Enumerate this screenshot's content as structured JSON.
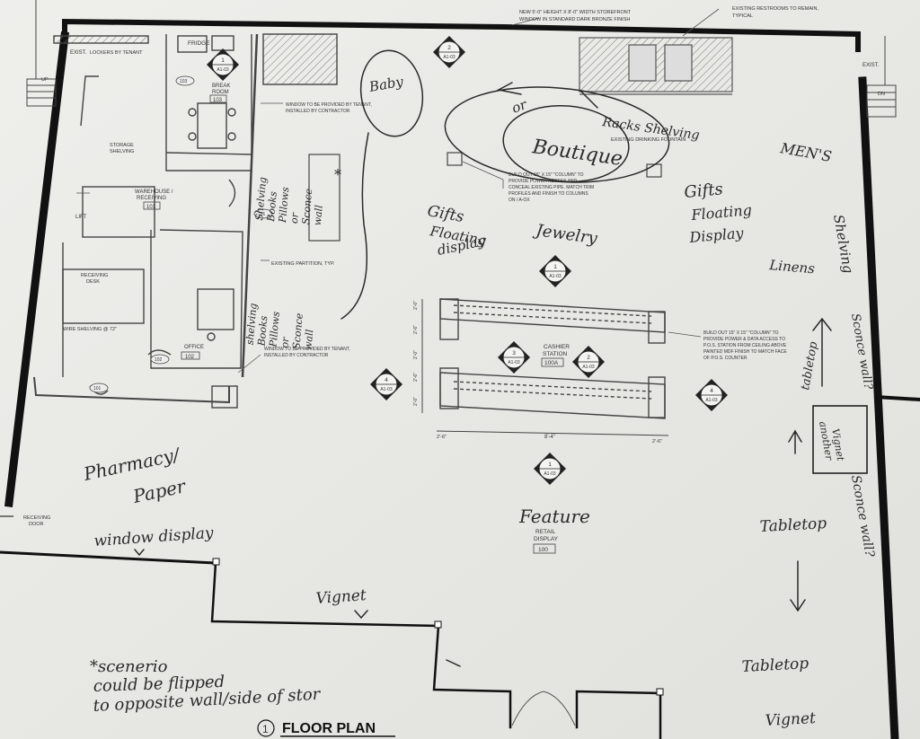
{
  "title": {
    "number": "1",
    "text": "FLOOR PLAN"
  },
  "rooms": {
    "fridge": "FRIDGE",
    "break_room": [
      "BREAK",
      "ROOM",
      "103"
    ],
    "warehouse": [
      "WAREHOUSE /",
      "RECEIVING",
      "101"
    ],
    "office": [
      "OFFICE",
      "102"
    ],
    "cashier": [
      "CASHIER",
      "STATION",
      "100A"
    ],
    "retail": [
      "RETAIL",
      "DISPLAY",
      "100"
    ]
  },
  "labels": {
    "exist_left": "EXIST.",
    "exist_right": "EXIST.",
    "lockers": "LOCKERS BY TENANT",
    "storage": [
      "STORAGE",
      "SHELVING"
    ],
    "lift": "LIFT",
    "receiving_desk": [
      "RECEIVING",
      "DESK"
    ],
    "wire_shelving": "WIRE SHELVING @ 72\"",
    "receiving_door": [
      "RECEIVING",
      "DOOR"
    ],
    "existing_partition": "EXISTING PARTITION, TYP.",
    "window_top": [
      "WINDOW TO BE PROVIDED BY TENANT,",
      "INSTALLED BY CONTRACTOR"
    ],
    "window_mid": [
      "WINDOW TO BE PROVIDED BY TENANT,",
      "INSTALLED BY CONTRACTOR"
    ],
    "storefront": [
      "NEW 5'-0\" HEIGHT X 8'-0\" WIDTH STOREFRONT",
      "WINDOW IN STANDARD DARK BRONZE FINISH"
    ],
    "restrooms": [
      "EXISTING RESTROOMS TO REMAIN,",
      "TYPICAL"
    ],
    "fountain": "EXISTING DRINKING FOUNTAIN",
    "column_note_a": [
      "BUILD OUT 15\" X 15\" \"COLUMN\" TO",
      "PROVIDE POWER ACCESS AND",
      "CONCEAL EXISTING PIPE. MATCH TRIM",
      "PROFILES AND FINISH TO COLUMNS",
      "ON / A-OX"
    ],
    "column_note_b": [
      "BUILD OUT 15\" X 15\" \"COLUMN\" TO",
      "PROVIDE POWER & DATA ACCESS TO",
      "P.O.S. STATION FROM CEILING ABOVE",
      "PAINTED MDF FINISH TO MATCH FACE",
      "OF P.O.S. COUNTER"
    ],
    "dim_top": "8'-4\"",
    "dim_a": "2'-6\"",
    "dim_b": "2'-6\"",
    "dim_side": [
      "2'-0\"",
      "2'-6\"",
      "2'-0\"",
      "2'-6\"",
      "2'-0\""
    ],
    "up": "UP",
    "dn": "DN"
  },
  "section_marks": [
    {
      "num": "2",
      "sheet": "A1-03"
    },
    {
      "num": "1",
      "sheet": "A1-03"
    },
    {
      "num": "3",
      "sheet": "A1-03"
    },
    {
      "num": "2",
      "sheet": "A1-03"
    },
    {
      "num": "4",
      "sheet": "A1-03"
    },
    {
      "num": "4",
      "sheet": "A1-03"
    },
    {
      "num": "1",
      "sheet": "A1-03"
    },
    {
      "num": "1",
      "sheet": "A1-03"
    }
  ],
  "door_tags": [
    "103",
    "101",
    "102",
    "101",
    "100A"
  ],
  "handwritten": {
    "baby": "Baby",
    "or": "or",
    "racks": "Racks Shelving",
    "boutique": "Boutique",
    "mens": "MEN'S",
    "gifts_left": [
      "Gifts",
      "Floating",
      "display"
    ],
    "jewelry": "Jewelry",
    "gifts_right": [
      "Gifts",
      "Floating",
      "Display"
    ],
    "shelving_wall_a": [
      "Shelving",
      "Books",
      "Pillows",
      "or",
      "Sconce",
      "wall"
    ],
    "shelving_wall_b": [
      "shelving",
      "Books",
      "Pillows",
      "or",
      "Sconce",
      "wall"
    ],
    "linens": "Linens",
    "shelving_right": "Shelving",
    "sconce_wall_q": "Sconce wall?",
    "tabletop_rot": "tabletop",
    "another_vignet": [
      "another",
      "Vignet"
    ],
    "sconce_wall": "Sconce wall?",
    "pharmacy": [
      "Pharmacy/",
      "Paper"
    ],
    "window_display": "window display",
    "feature": "Feature",
    "vignet_mid": "Vignet",
    "tabletop_1": "Tabletop",
    "tabletop_2": "Tabletop",
    "vignet_bottom": "Vignet",
    "note": [
      "*scenerio",
      "could be flipped",
      "to opposite wall/side of stor"
    ]
  }
}
